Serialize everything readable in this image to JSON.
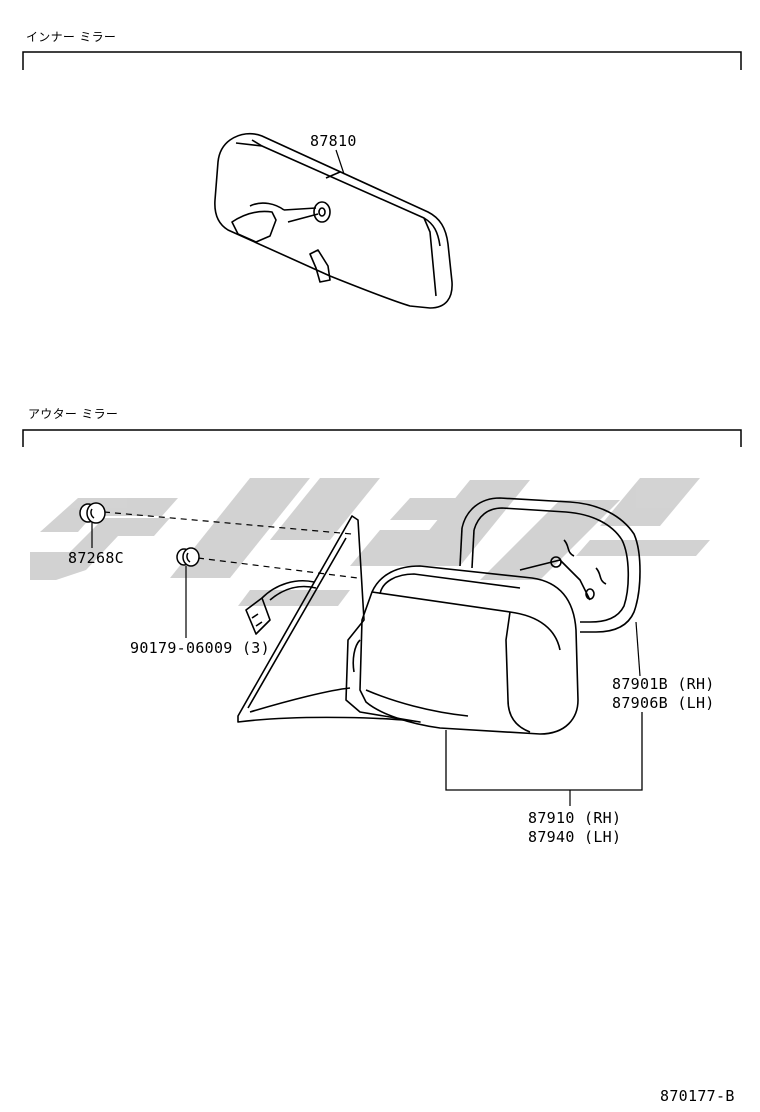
{
  "sections": {
    "inner_mirror": {
      "title": "インナー ミラー"
    },
    "outer_mirror": {
      "title": "アウター ミラー"
    }
  },
  "parts": {
    "inner_mirror": "87810",
    "cap": "87268C",
    "clip": "90179-06009 (3)",
    "mirror_sub_rh": "87901B (RH)",
    "mirror_sub_lh": "87906B (LH)",
    "mirror_assy_rh": "87910 (RH)",
    "mirror_assy_lh": "87940 (LH)"
  },
  "figure_code": "870177-B"
}
